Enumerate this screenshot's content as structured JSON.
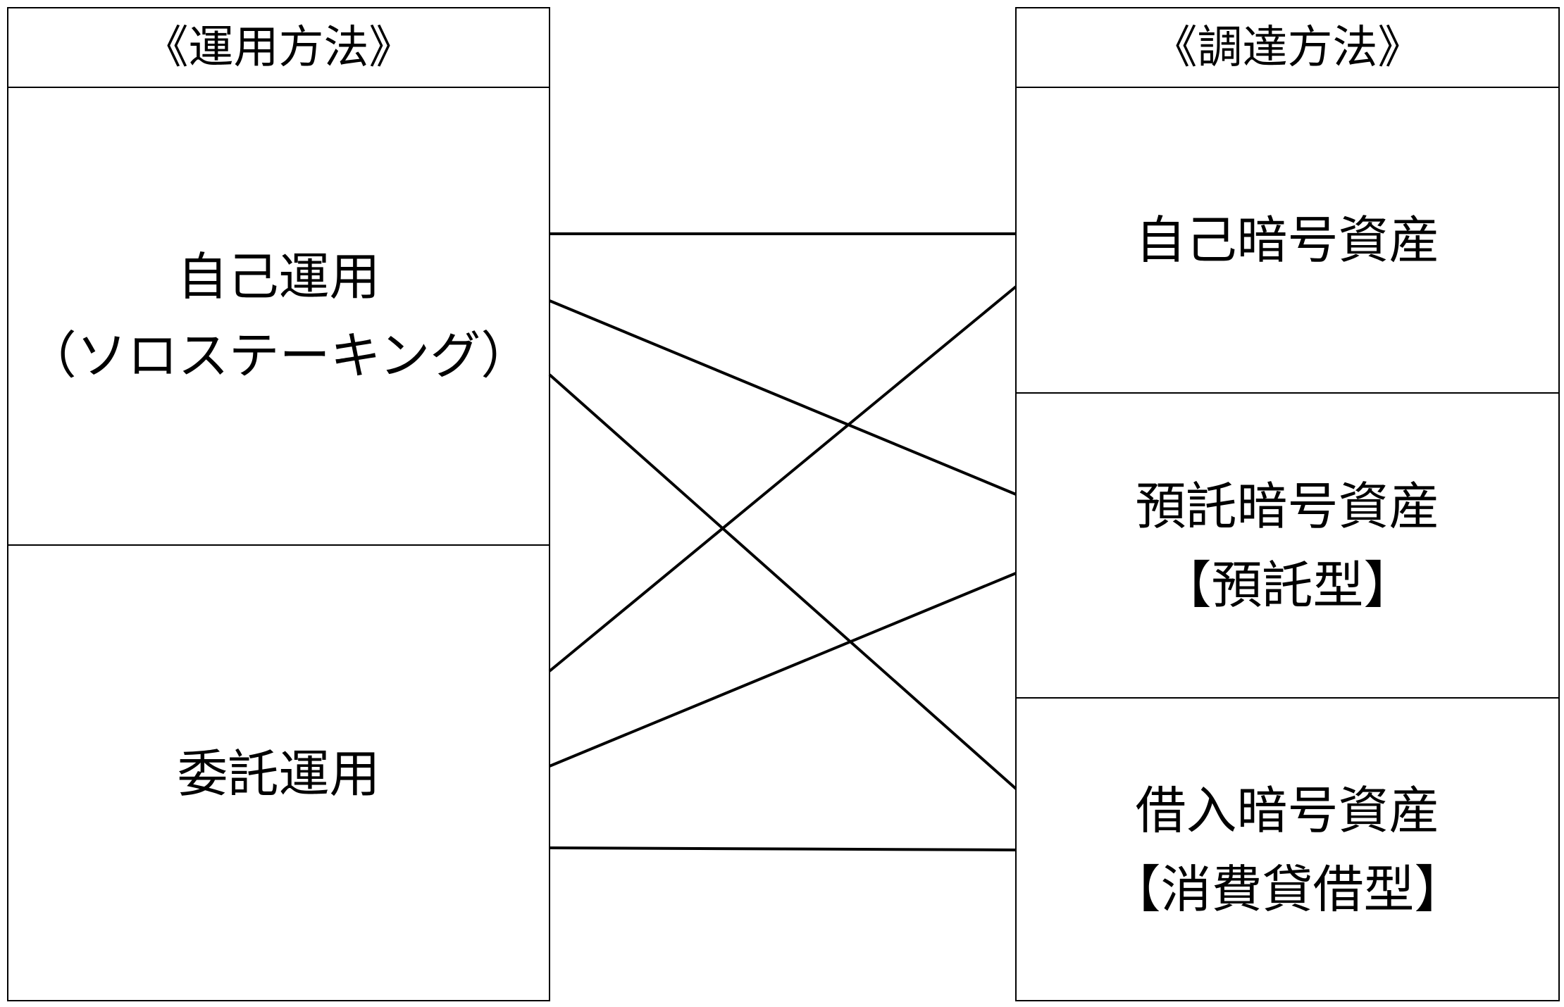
{
  "left": {
    "header": "《運用方法》",
    "items": [
      {
        "lines": [
          "自己運用",
          "（ソロステーキング）"
        ]
      },
      {
        "lines": [
          "委託運用"
        ]
      }
    ]
  },
  "right": {
    "header": "《調達方法》",
    "items": [
      {
        "lines": [
          "自己暗号資産"
        ]
      },
      {
        "lines": [
          "預託暗号資産",
          "【預託型】"
        ]
      },
      {
        "lines": [
          "借入暗号資産",
          "【消費貸借型】"
        ]
      }
    ]
  },
  "connections": [
    {
      "from": "自己運用",
      "to": "自己暗号資産"
    },
    {
      "from": "自己運用",
      "to": "預託暗号資産"
    },
    {
      "from": "自己運用",
      "to": "借入暗号資産"
    },
    {
      "from": "委託運用",
      "to": "自己暗号資産"
    },
    {
      "from": "委託運用",
      "to": "預託暗号資産"
    },
    {
      "from": "委託運用",
      "to": "借入暗号資産"
    }
  ]
}
